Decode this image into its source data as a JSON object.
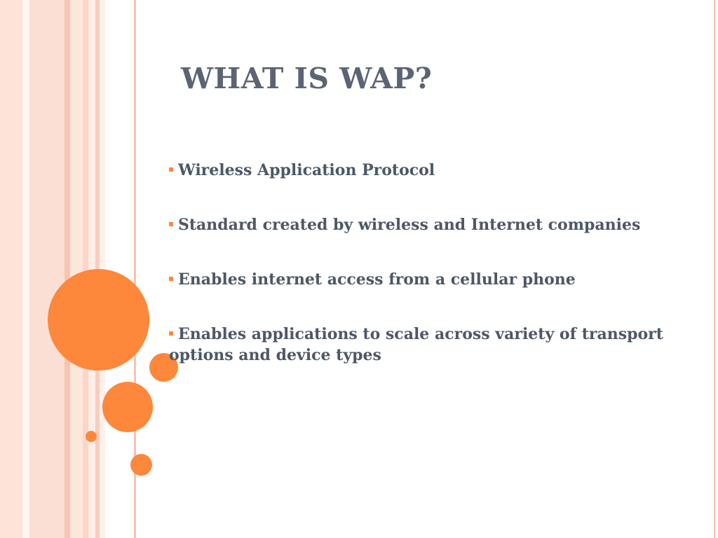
{
  "slide": {
    "title": "WHAT IS WAP?",
    "bullets": [
      "Wireless Application Protocol",
      "Standard created by wireless and Internet companies",
      "Enables internet access from a cellular phone",
      "Enables applications to scale across variety of transport options and device types"
    ]
  },
  "colors": {
    "accent": "#fd873b",
    "text": "#4d5866",
    "stripe": "#fbdfd4"
  }
}
